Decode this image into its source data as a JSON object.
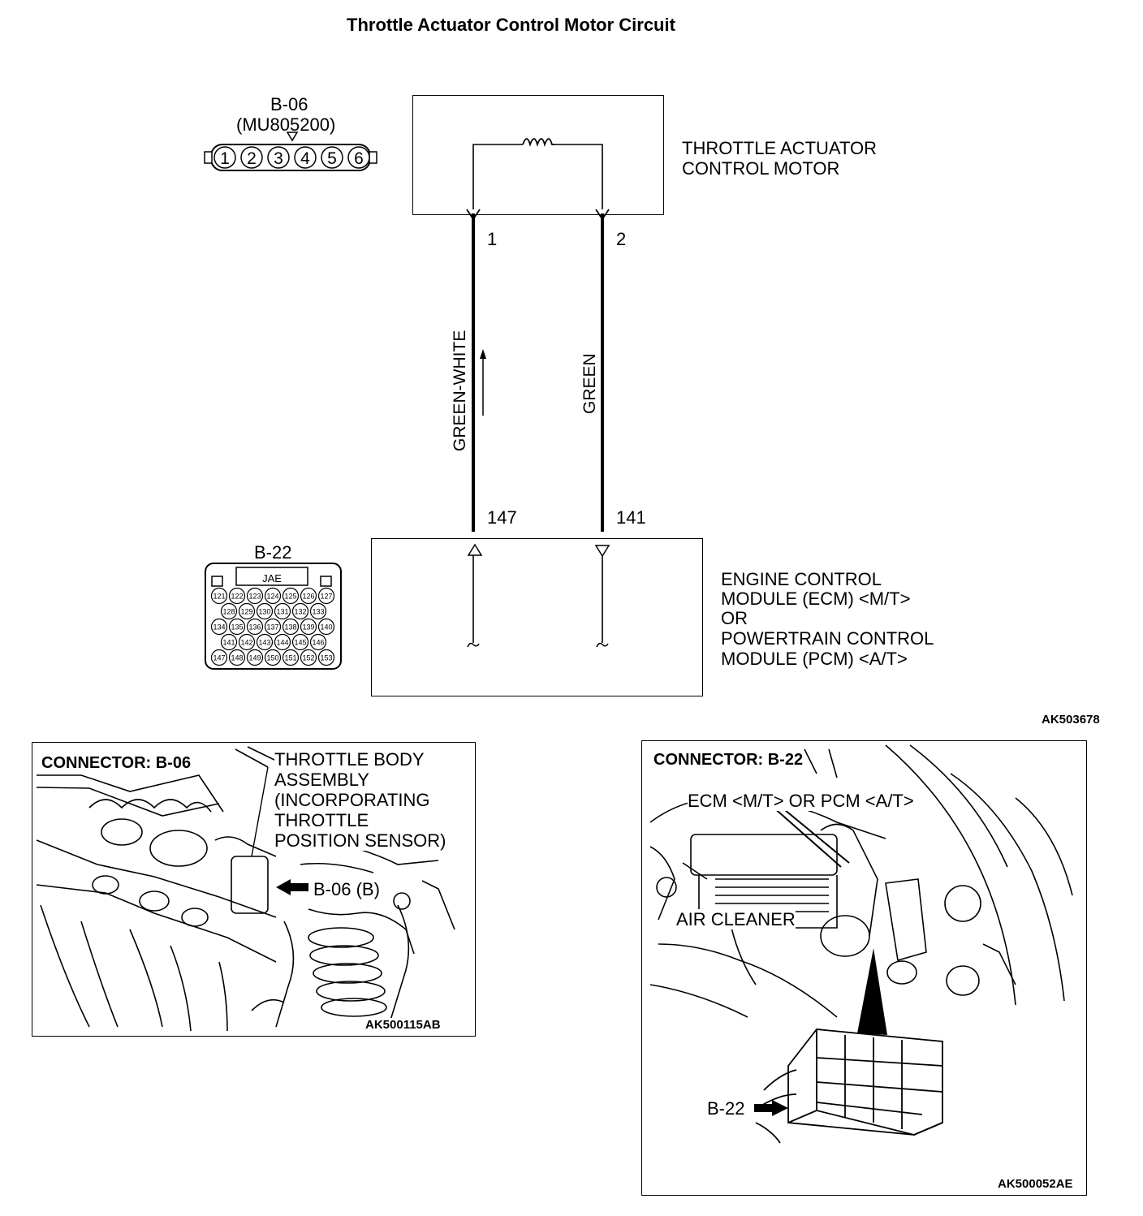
{
  "title": "Throttle Actuator Control Motor Circuit",
  "connector_b06": {
    "id": "B-06",
    "part": "(MU805200)",
    "pins": [
      "1",
      "2",
      "3",
      "4",
      "5",
      "6"
    ]
  },
  "motor": {
    "label_line1": "THROTTLE ACTUATOR",
    "label_line2": "CONTROL MOTOR",
    "pin1": "1",
    "pin2": "2"
  },
  "wires": {
    "left_color": "GREEN-WHITE",
    "right_color": "GREEN"
  },
  "ecm": {
    "pin_left": "147",
    "pin_right": "141",
    "label_line1": "ENGINE CONTROL",
    "label_line2": "MODULE (ECM) <M/T>",
    "label_line3": "OR",
    "label_line4": "POWERTRAIN CONTROL",
    "label_line5": "MODULE (PCM) <A/T>"
  },
  "connector_b22": {
    "id": "B-22",
    "tag": "JAE",
    "rows": [
      [
        "121",
        "122",
        "123",
        "124",
        "125",
        "126",
        "127"
      ],
      [
        "128",
        "129",
        "130",
        "131",
        "132",
        "133"
      ],
      [
        "134",
        "135",
        "136",
        "137",
        "138",
        "139",
        "140"
      ],
      [
        "141",
        "142",
        "143",
        "144",
        "145",
        "146"
      ],
      [
        "147",
        "148",
        "149",
        "150",
        "151",
        "152",
        "153"
      ]
    ]
  },
  "figure_ref": "AK503678",
  "panel_left": {
    "title": "CONNECTOR: B-06",
    "callout_line1": "THROTTLE BODY",
    "callout_line2": "ASSEMBLY",
    "callout_line3": "(INCORPORATING",
    "callout_line4": "THROTTLE",
    "callout_line5": "POSITION SENSOR)",
    "arrow_label": "B-06 (B)",
    "ref": "AK500115AB"
  },
  "panel_right": {
    "title": "CONNECTOR: B-22",
    "callout_ecm": "ECM <M/T> OR PCM <A/T>",
    "callout_air": "AIR CLEANER",
    "arrow_label": "B-22",
    "ref": "AK500052AE"
  }
}
